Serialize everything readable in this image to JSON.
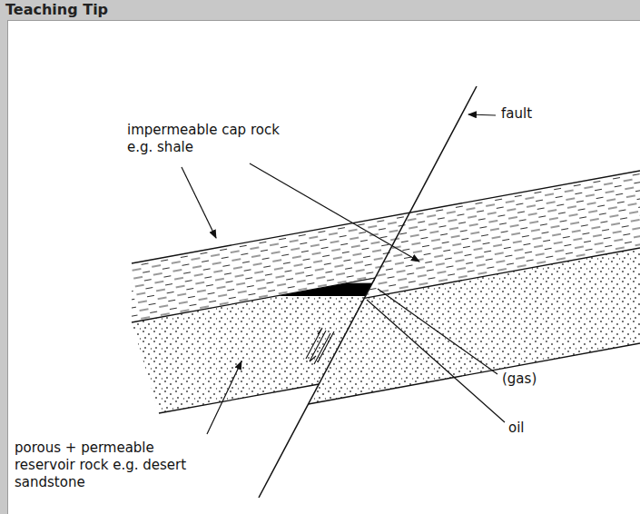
{
  "diagram": {
    "title": "Teaching Tip",
    "labels": [
      "fault",
      "impermeable cap rock e.g. shale",
      "(gas)",
      "oil",
      "porous + permeable reservoir rock e.g. desert sandstone"
    ]
  }
}
